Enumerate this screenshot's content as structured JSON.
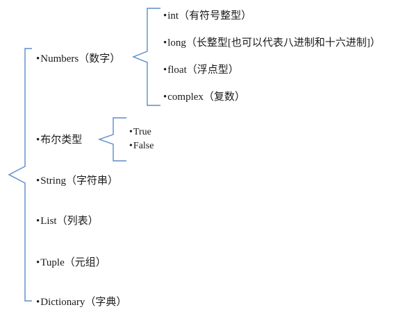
{
  "diagram": {
    "colors": {
      "bracket": "#5b8ac9",
      "text": "#1a1a1a",
      "background": "#ffffff"
    },
    "bullet": "•",
    "categories": [
      {
        "label": "Numbers（数字）"
      },
      {
        "label": "布尔类型"
      },
      {
        "label": "String（字符串）"
      },
      {
        "label": "List（列表）"
      },
      {
        "label": "Tuple（元组）"
      },
      {
        "label": "Dictionary（字典）"
      }
    ],
    "numbers_types": [
      {
        "label": "int（有符号整型）"
      },
      {
        "label": "long（长整型[也可以代表八进制和十六进制]）"
      },
      {
        "label": "float（浮点型）"
      },
      {
        "label": "complex（复数）"
      }
    ],
    "bool_values": [
      {
        "label": "True"
      },
      {
        "label": "False"
      }
    ]
  }
}
